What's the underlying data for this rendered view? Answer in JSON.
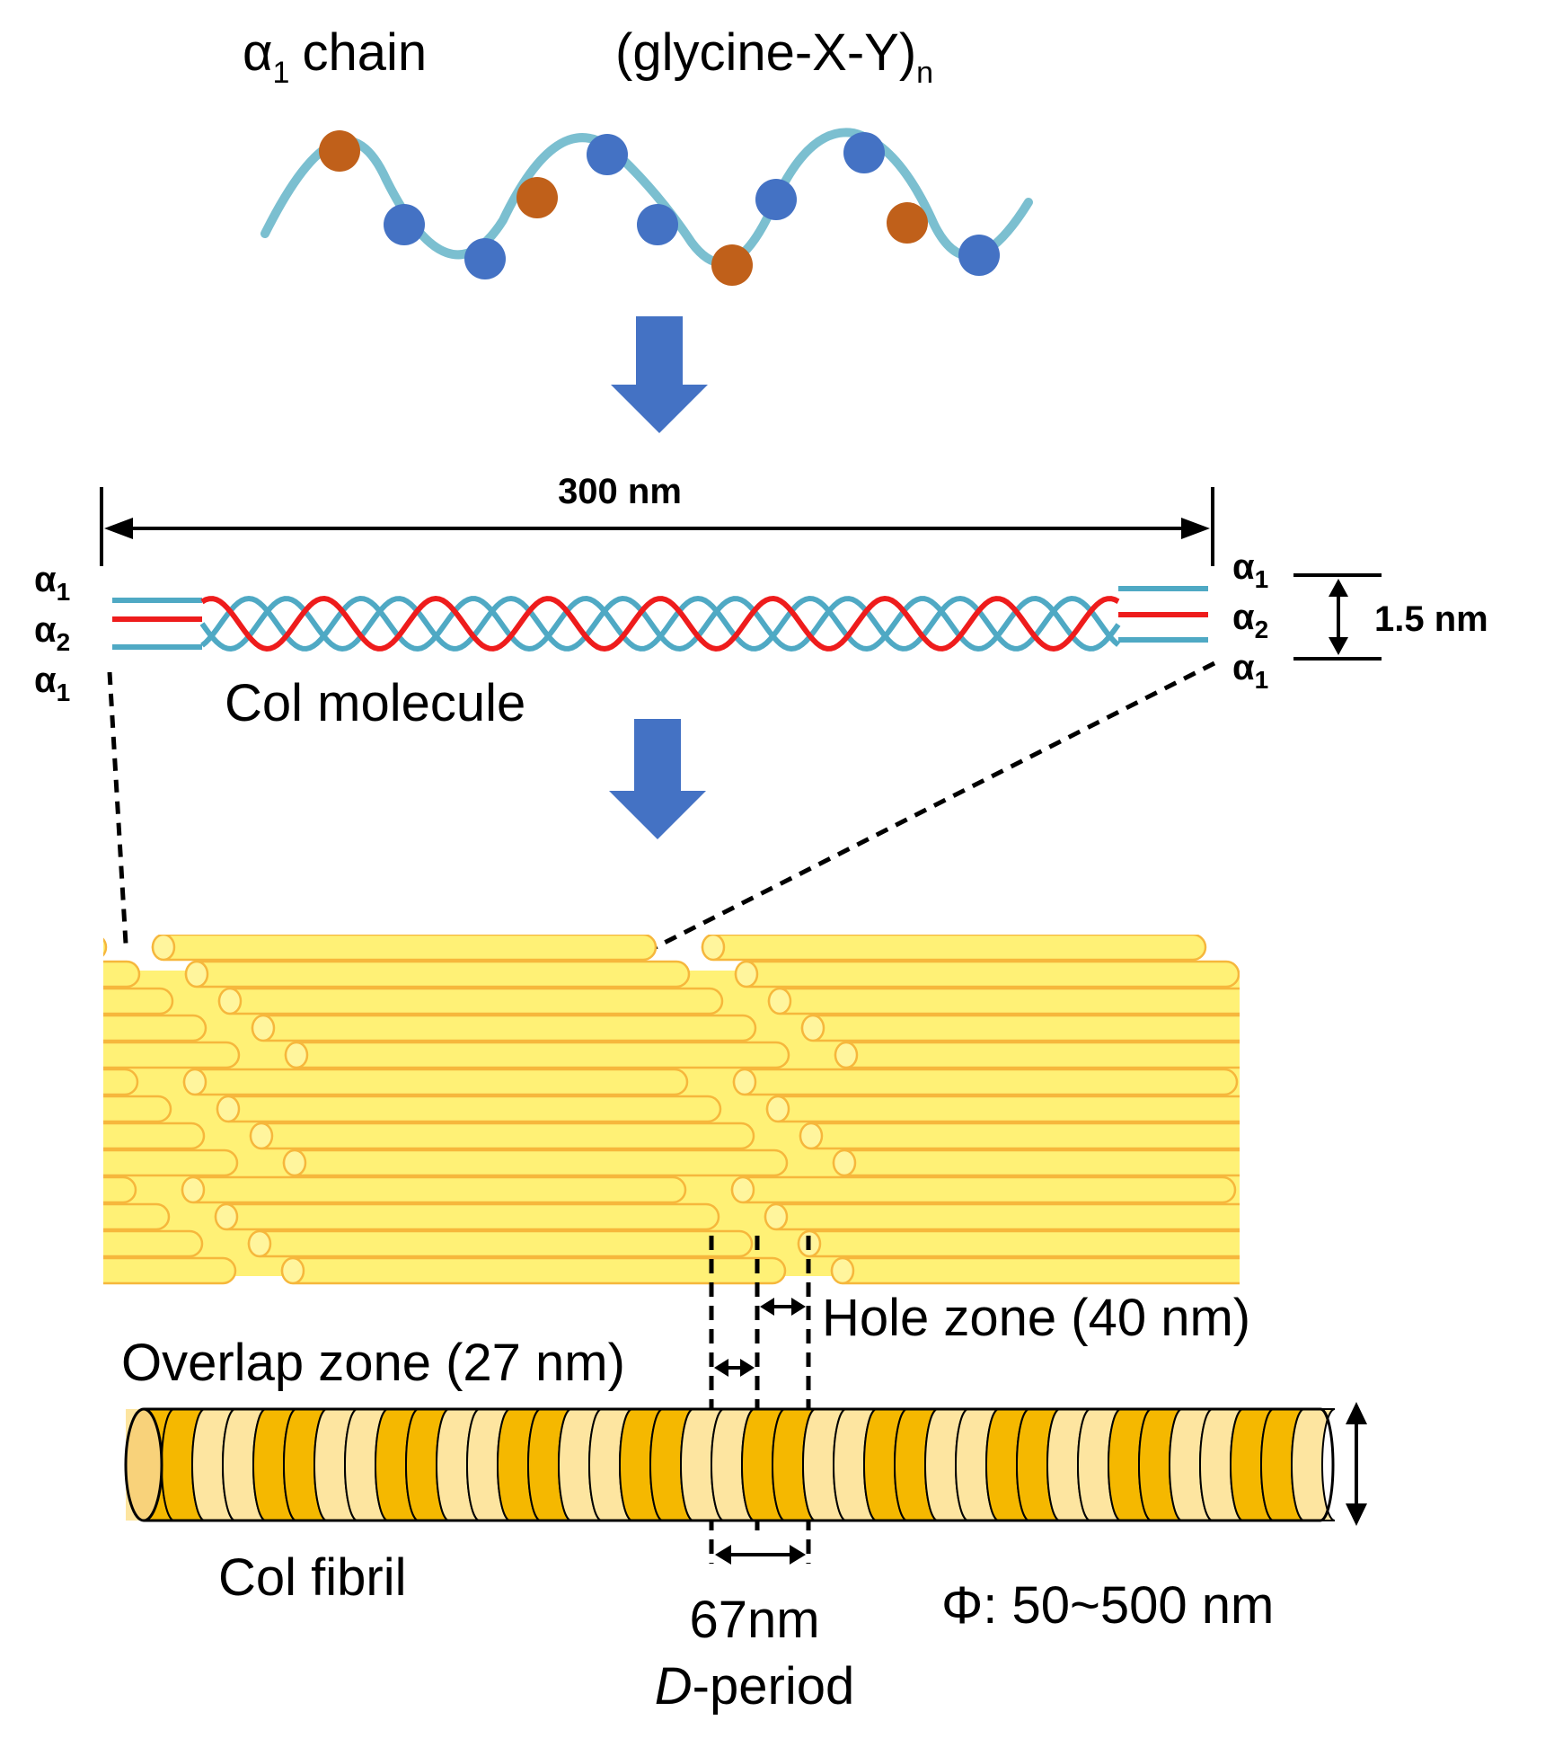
{
  "alpha_chain": {
    "alpha": "α",
    "sub": "1",
    "word": "chain"
  },
  "sequence": {
    "text": "(glycine-X-Y)",
    "sub": "n"
  },
  "molecule": {
    "length_label": "300 nm",
    "width_label": "1.5 nm",
    "name": "Col molecule",
    "left_labels": [
      {
        "alpha": "α",
        "sub": "1"
      },
      {
        "alpha": "α",
        "sub": "2"
      },
      {
        "alpha": "α",
        "sub": "1"
      }
    ],
    "right_labels": [
      {
        "alpha": "α",
        "sub": "1"
      },
      {
        "alpha": "α",
        "sub": "2"
      },
      {
        "alpha": "α",
        "sub": "1"
      }
    ]
  },
  "zones": {
    "hole": "Hole zone (40 nm)",
    "overlap": "Overlap zone (27 nm)"
  },
  "fibril": {
    "name": "Col fibril",
    "period_value": "67nm",
    "period_italic": "D",
    "period_rest": "-period",
    "diameter": "Φ: 50~500 nm"
  },
  "colors": {
    "chain": "#7bbfd0",
    "glycine_bead": "#c0601a",
    "residue_bead": "#4472c4",
    "arrow": "#4472c4",
    "alpha2_strand": "#ee1c1c",
    "microfibril": "#fff176",
    "microfibril_edge": "#f6b73c",
    "fibril_dark": "#f5b800",
    "fibril_light": "#fde5a0"
  }
}
